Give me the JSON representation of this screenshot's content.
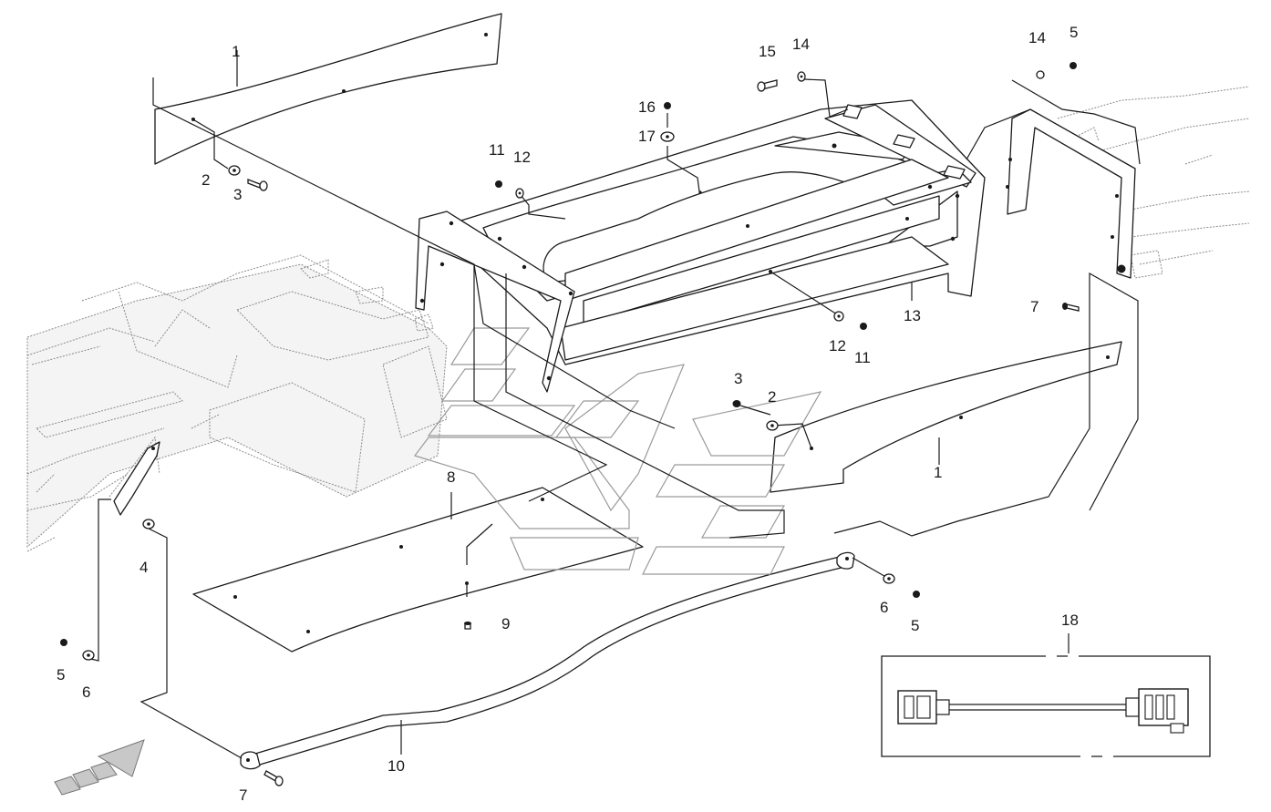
{
  "callouts": {
    "c1a": "1",
    "c1b": "1",
    "c2a": "2",
    "c2b": "2",
    "c3a": "3",
    "c3b": "3",
    "c4": "4",
    "c5a": "5",
    "c5b": "5",
    "c5c": "5",
    "c6a": "6",
    "c6b": "6",
    "c7a": "7",
    "c7b": "7",
    "c8": "8",
    "c9": "9",
    "c10": "10",
    "c11a": "11",
    "c11b": "11",
    "c12a": "12",
    "c12b": "12",
    "c13": "13",
    "c14a": "14",
    "c14b": "14",
    "c15": "15",
    "c16": "16",
    "c17": "17",
    "c18": "18"
  },
  "colors": {
    "line": "#1a1a1a",
    "ghost": "#8a8a8a",
    "watermark": "#9a9a9a",
    "arrow": "#9a9a9a"
  },
  "icons": {
    "direction": "direction-arrow-icon",
    "cable": "wiring-harness-icon"
  }
}
